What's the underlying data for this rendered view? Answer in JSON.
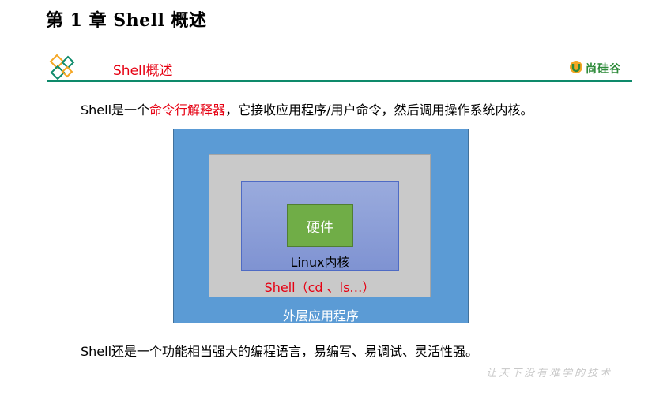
{
  "chapter": {
    "title": "第 1 章  Shell 概述"
  },
  "section": {
    "title": "Shell概述",
    "brand": "尚硅谷"
  },
  "intro": {
    "prefix": "Shell是一个",
    "highlight": "命令行解释器",
    "suffix": "，它接收应用程序/用户命令，然后调用操作系统内核。"
  },
  "diagram": {
    "hardware": "硬件",
    "kernel": "Linux内核",
    "shell": "Shell（cd 、ls…）",
    "outer": "外层应用程序"
  },
  "summary": {
    "text": "Shell还是一个功能相当强大的编程语言，易编写、易调试、灵活性强。"
  },
  "footer": {
    "slogan": "让天下没有难学的技术"
  },
  "colors": {
    "accent_red": "#e60012",
    "rule_green": "#0e8a6b",
    "outer_blue": "#5b9bd5",
    "shell_gray": "#c9c9c9",
    "kernel_blue": "#8ea0d8",
    "hardware_green": "#70ad47"
  },
  "icons": {
    "section_logo": "diamond-logo-icon",
    "brand_logo": "atguigu-logo-icon"
  }
}
